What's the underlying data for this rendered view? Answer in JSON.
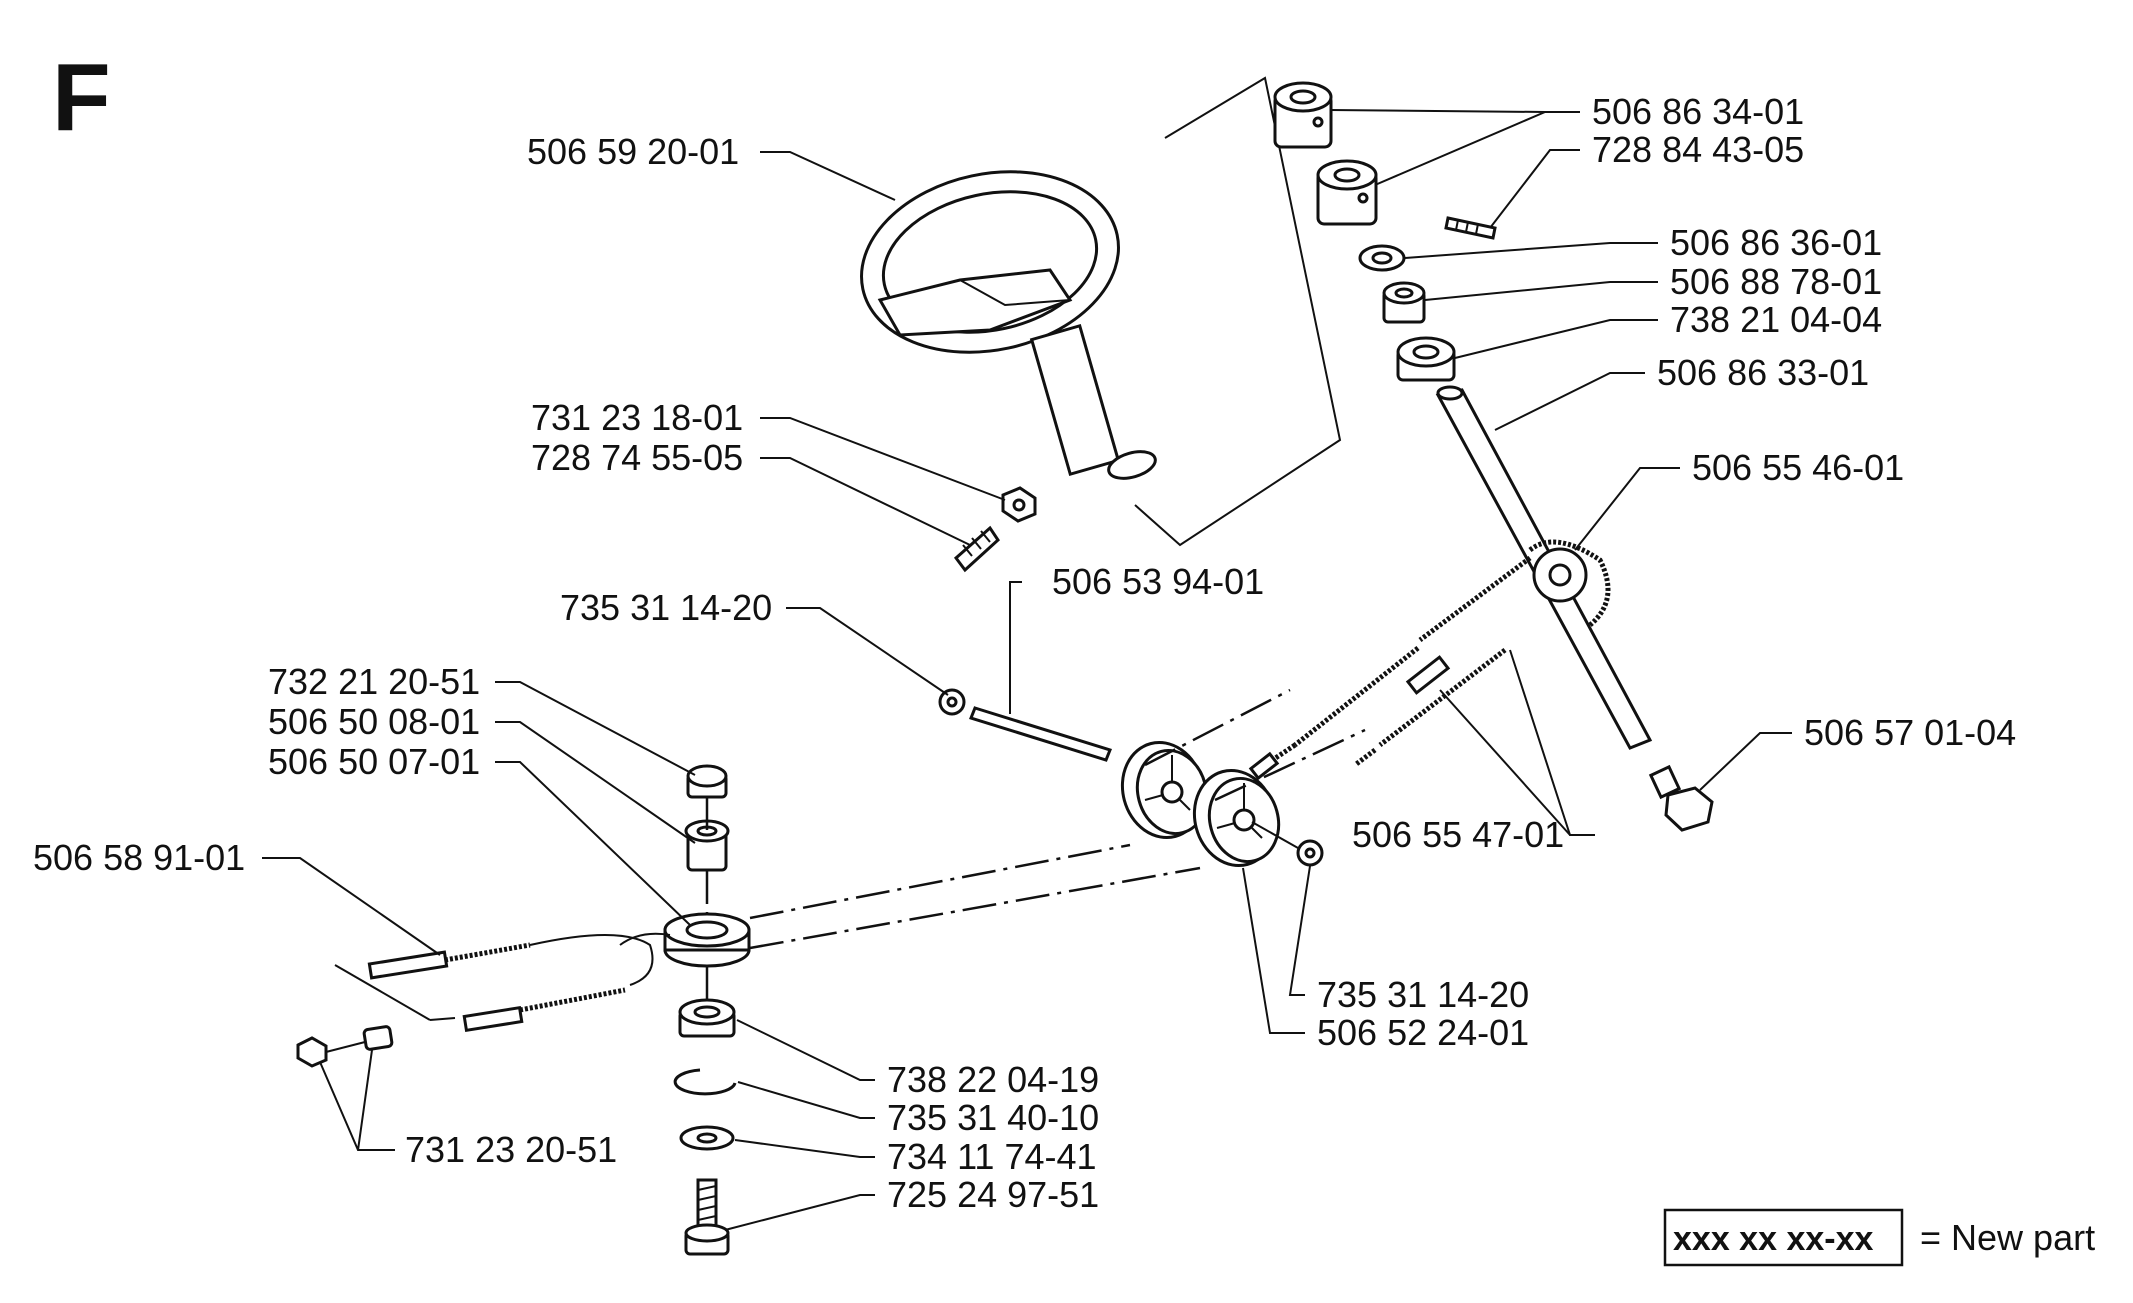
{
  "section_letter": "F",
  "labels": {
    "steering_wheel": "506 59 20-01",
    "nut_upper": "731 23 18-01",
    "screw_upper": "728 74 55-05",
    "bushing_top": "506 86 34-01",
    "setscrew": "728 84 43-05",
    "washer_col": "506 86 36-01",
    "bushing_col": "506 88 78-01",
    "bearing_col": "738 21 04-04",
    "shaft": "506 86 33-01",
    "chain_sprocket": "506 55 46-01",
    "bolt_bottom": "506 57 01-04",
    "cable_assembly": "506 55 47-01",
    "axle_pin": "506 53 94-01",
    "clip_left": "735 31 14-20",
    "clip_right": "735 31 14-20",
    "pulley_pair": "506 52 24-01",
    "nut_top_left": "732 21 20-51",
    "spacer": "506 50 08-01",
    "pulley_main": "506 50 07-01",
    "cable_main": "506 58 91-01",
    "bearing_low": "738 22 04-19",
    "circlip": "735 31 40-10",
    "washer_low": "734 11 74-41",
    "bolt_low": "725 24 97-51",
    "nuts_cable": "731 23 20-51"
  },
  "legend": {
    "box_text": "xxx xx xx-xx",
    "text": "= New part"
  }
}
